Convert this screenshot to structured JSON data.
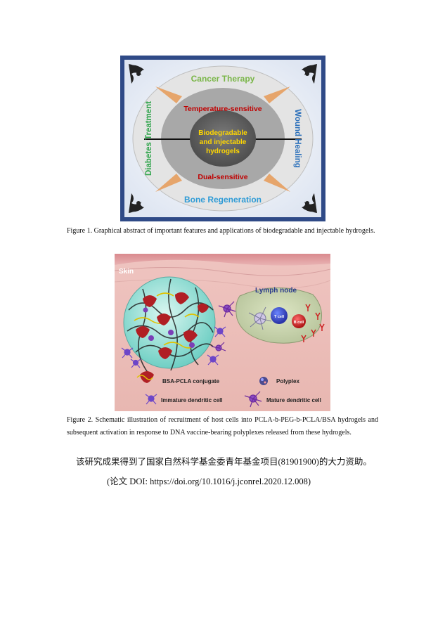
{
  "figure1": {
    "top_label": "Cancer Therapy",
    "bottom_label": "Bone Regeneration",
    "left_label": "Diabetes Treatment",
    "right_label": "Wound Healing",
    "upper_label": "Temperature-sensitive",
    "lower_label": "Dual-sensitive",
    "center_lines": [
      "Biodegradable",
      "and injectable",
      "hydrogels"
    ],
    "colors": {
      "frame": "#2f4a87",
      "top_label": "#7ab648",
      "bottom_label": "#2e9bd6",
      "left_label": "#2fa44b",
      "right_label": "#2a6fba",
      "inner_labels": "#c00000",
      "center_text": "#ffd700"
    },
    "caption": "Figure 1. Graphical abstract of important features and applications of biodegradable and injectable hydrogels."
  },
  "figure2": {
    "skin_label": "Skin",
    "lymph_label": "Lymph node",
    "t_cell_label": "T cell",
    "b_cell_label": "B cell",
    "legend": {
      "conjugate": "BSA-PCLA conjugate",
      "polyplex": "Polyplex",
      "immature": "Immature dendritic cell",
      "mature": "Mature dendritic cell"
    },
    "caption": "Figure 2. Schematic illustration of recruitment of host cells into PCLA-b-PEG-b-PCLA/BSA hydrogels and subsequent activation in response to DNA vaccine-bearing polyplexes released from these hydrogels."
  },
  "acknowledgement": "该研究成果得到了国家自然科学基金委青年基金项目(81901900)的大力资助。",
  "doi_line": "(论文 DOI: https://doi.org/10.1016/j.jconrel.2020.12.008)"
}
